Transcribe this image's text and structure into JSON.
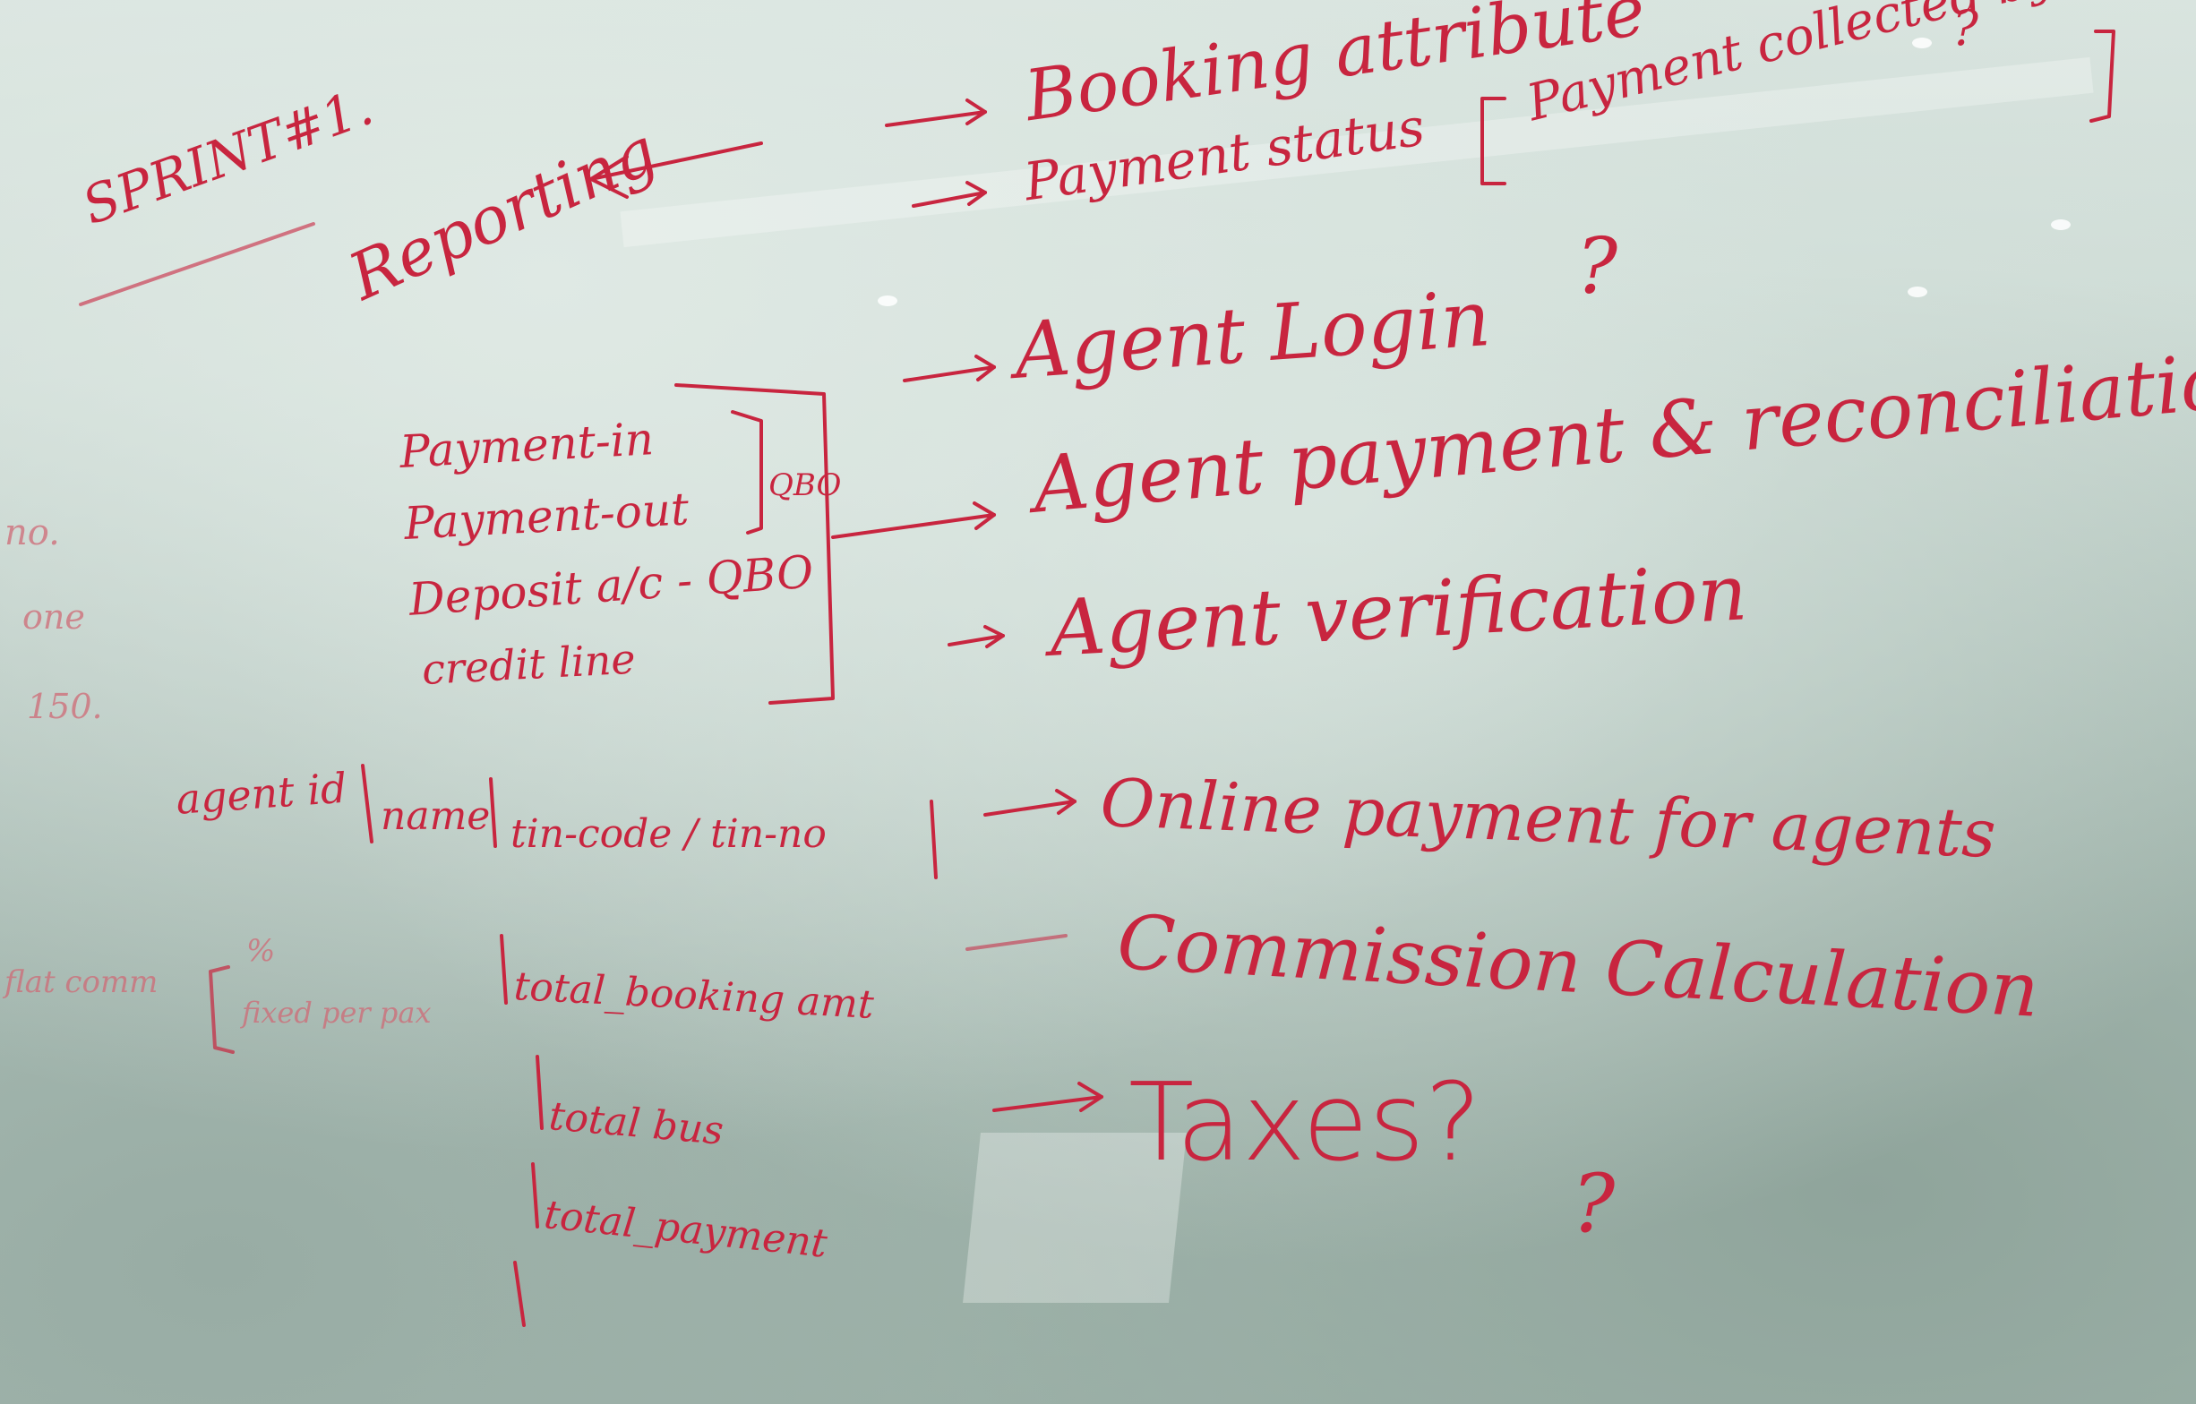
{
  "board": {
    "sprint": "SPRINT#1.",
    "reporting": "Reporting",
    "booking": "Booking attribute",
    "payment_status": "Payment status",
    "payment_collected": "Payment collected by agent",
    "question_1": "?",
    "agent_login": "Agent Login",
    "question_2": "?",
    "payment_in": "Payment-in",
    "payment_out": "Payment-out",
    "qbo_1": "QBO",
    "deposit": "Deposit a/c - QBO",
    "credit_line": "credit line",
    "agent_payment": "Agent payment & reconciliation",
    "agent_verification": "Agent verification",
    "agent_id": "agent id",
    "name": "name",
    "tin": "tin-code / tin-no",
    "online_payment": "Online payment for agents",
    "commission": "Commission Calculation",
    "total_booking": "total_booking amt",
    "taxes": "Taxes?",
    "total_bus": "total bus",
    "question_3": "?",
    "total_payment": "total_payment",
    "edge_1": "no.",
    "edge_2": "one",
    "edge_3": "150.",
    "side_left": "flat comm",
    "side_percent": "%",
    "side_fixed": "fixed per pax"
  }
}
